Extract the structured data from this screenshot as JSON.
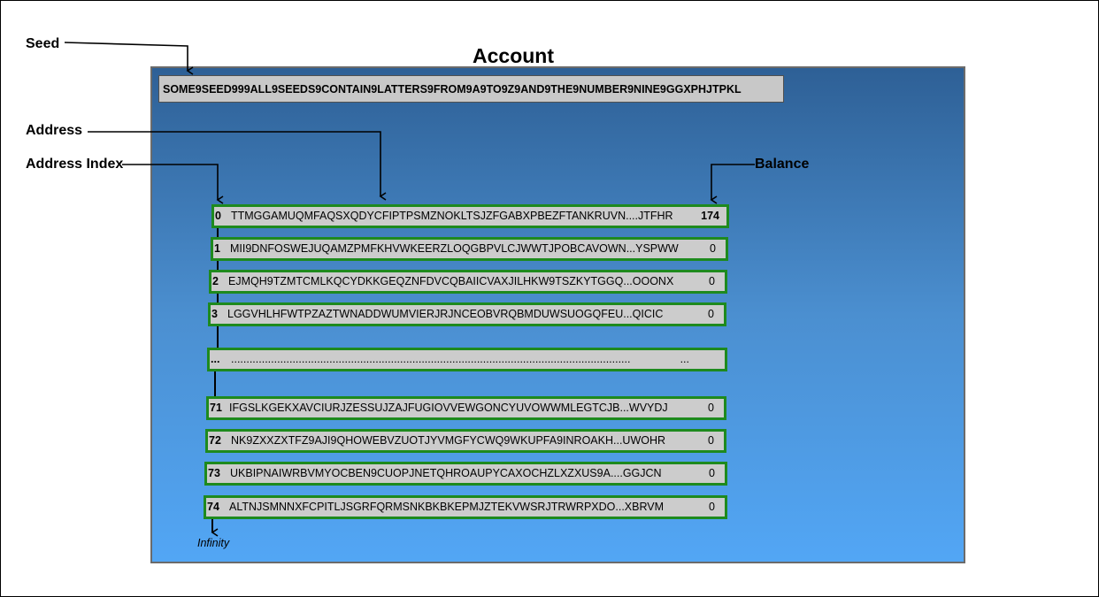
{
  "callouts": {
    "seed": "Seed",
    "address": "Address",
    "address_index": "Address Index",
    "balance": "Balance"
  },
  "title": "Account",
  "seed_value": "SOME9SEED999ALL9SEEDS9CONTAIN9LATTERS9FROM9A9TO9Z9AND9THE9NUMBER9NINE9GGXPHJTPKL",
  "rows": [
    {
      "index": "0",
      "address": "TTMGGAMUQMFAQSXQDYCFIPTPSMZNOKLTSJZFGABXPBEZFTANKRUVN....JTFHR",
      "balance": "174"
    },
    {
      "index": "1",
      "address": "MII9DNFOSWEJUQAMZPMFKHVWKEERZLOQGBPVLCJWWTJPOBCAVOWN...YSPWW",
      "balance": "0"
    },
    {
      "index": "2",
      "address": "EJMQH9TZMTCMLKQCYDKKGEQZNFDVCQBAIICVAXJILHKW9TSZKYTGGQ...OOONX",
      "balance": "0"
    },
    {
      "index": "3",
      "address": "LGGVHLHFWTPZAZTWNADDWUMVIERJRJNCEOBVRQBMDUWSUOGQFEU...QICIC",
      "balance": "0"
    },
    {
      "index": "...",
      "address": "..................................................................................................................................",
      "balance": "..."
    },
    {
      "index": "71",
      "address": "IFGSLKGEKXAVCIURJZESSUJZAJFUGIOVVEWGONCYUVOWWMLEGTCJB...WVYDJ",
      "balance": "0"
    },
    {
      "index": "72",
      "address": "NK9ZXXZXTFZ9AJI9QHOWEBVZUOTJYVMGFYCWQ9WKUPFA9INROAKH...UWOHR",
      "balance": "0"
    },
    {
      "index": "73",
      "address": "UKBIPNAIWRBVMYOCBEN9CUOPJNETQHROAUPYCAXOCHZLXZXUS9A....GGJCN",
      "balance": "0"
    },
    {
      "index": "74",
      "address": "ALTNJSMNNXFCPITLJSGRFQRMSNKBKBKEPMJZTEKVWSRJTRWRPXDO...XBRVM",
      "balance": "0"
    }
  ],
  "infinity_label": "Infinity",
  "colors": {
    "row_border": "#1e8a1e",
    "row_fill": "#cccccc",
    "panel_top": "#2e6096",
    "panel_bottom": "#52a6f5"
  }
}
